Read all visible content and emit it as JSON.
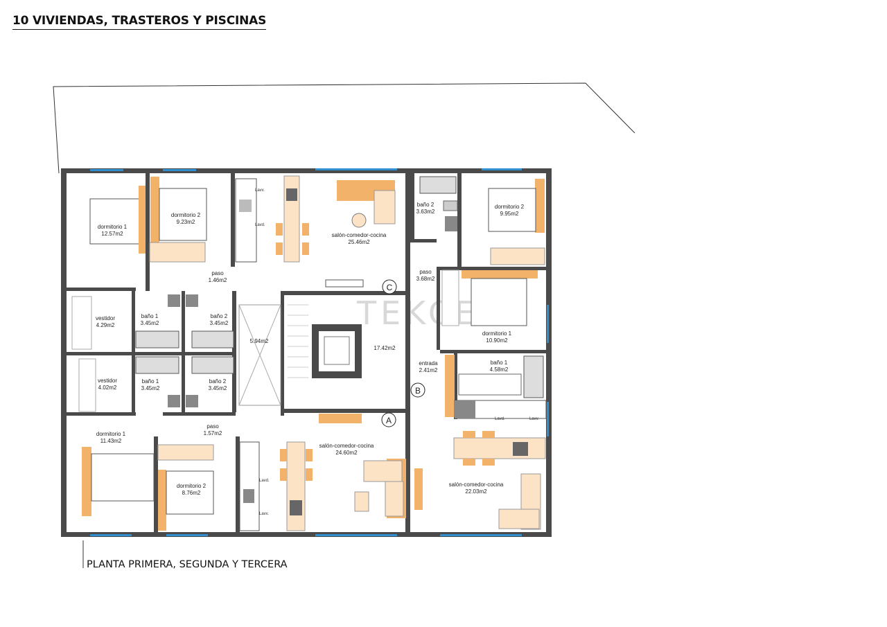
{
  "title": "10 VIVIENDAS, TRASTEROS Y PISCINAS",
  "subtitle": "PLANTA PRIMERA, SEGUNDA Y TERCERA",
  "watermark": "TEKCE",
  "rooms": {
    "tl_dorm1": {
      "name": "dormitorio 1",
      "area": "12.57m2"
    },
    "tl_dorm2": {
      "name": "dormitorio 2",
      "area": "9.23m2"
    },
    "tl_salon": {
      "name": "salón-comedor-cocina",
      "area": "25.46m2"
    },
    "tl_paso": {
      "name": "paso",
      "area": "1.46m2"
    },
    "tl_vestidor": {
      "name": "vestidor",
      "area": "4.29m2"
    },
    "tl_bano1": {
      "name": "baño 1",
      "area": "3.45m2"
    },
    "tl_bano2": {
      "name": "baño 2",
      "area": "3.45m2"
    },
    "bl_vestidor": {
      "name": "vestidor",
      "area": "4.02m2"
    },
    "bl_bano1": {
      "name": "baño 1",
      "area": "3.45m2"
    },
    "bl_bano2": {
      "name": "baño 2",
      "area": "3.45m2"
    },
    "bl_paso": {
      "name": "paso",
      "area": "1.57m2"
    },
    "bl_dorm1": {
      "name": "dormitorio 1",
      "area": "11.43m2"
    },
    "bl_dorm2": {
      "name": "dormitorio 2",
      "area": "8.76m2"
    },
    "bl_salon": {
      "name": "salón-comedor-cocina",
      "area": "24.60m2"
    },
    "lift": {
      "area": "5.94m2"
    },
    "core": {
      "area": "17.42m2"
    },
    "r_bano2": {
      "name": "baño 2",
      "area": "3.63m2"
    },
    "r_dorm2": {
      "name": "dormitorio 2",
      "area": "9.95m2"
    },
    "r_paso": {
      "name": "paso",
      "area": "3.68m2"
    },
    "r_dorm1": {
      "name": "dormitorio 1",
      "area": "10.90m2"
    },
    "r_entrada": {
      "name": "entrada",
      "area": "2.41m2"
    },
    "r_bano1": {
      "name": "baño 1",
      "area": "4.58m2"
    },
    "r_salon": {
      "name": "salón-comedor-cocina",
      "area": "22.03m2"
    }
  },
  "unit_marks": {
    "a": "A",
    "b": "B",
    "c": "C"
  },
  "small_labels": {
    "lavv": "Lavv.",
    "lavd": "Lavd."
  },
  "colors": {
    "wall": "#4a4a4a",
    "furniture": "#f3b26a",
    "furniture_light": "#fde3c6",
    "window": "#2f8fd0",
    "fixture": "#9b9b9b"
  }
}
